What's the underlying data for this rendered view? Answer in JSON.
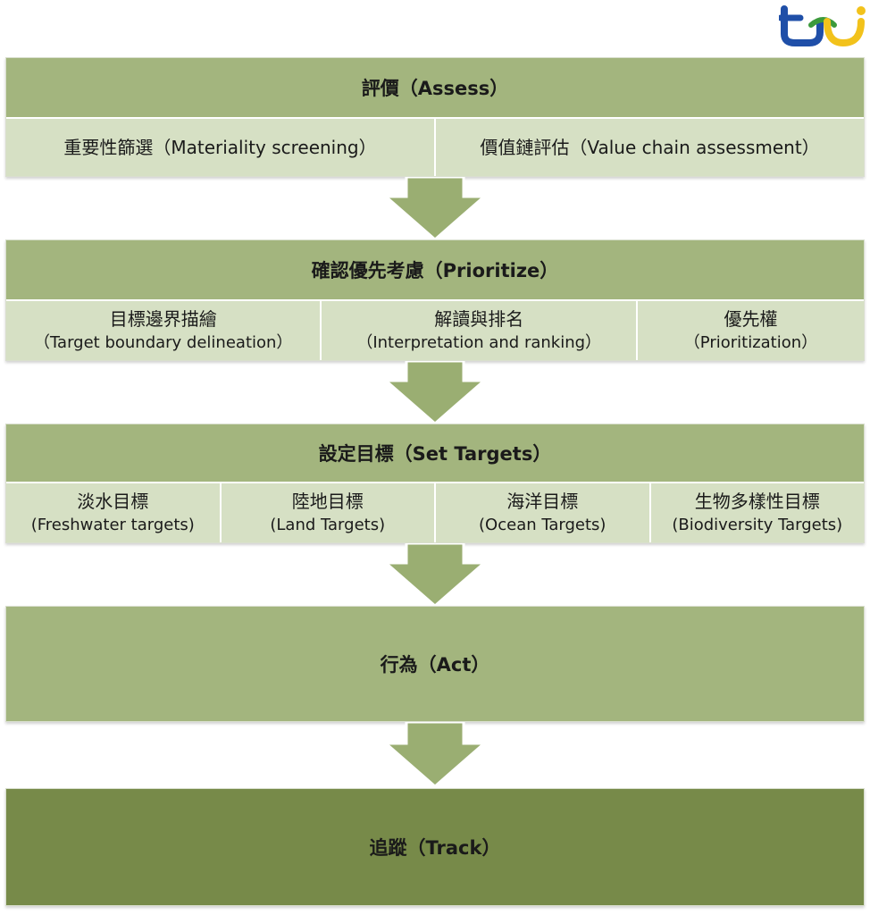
{
  "logo": {
    "text": "tej",
    "colors": {
      "blue": "#1f4fa8",
      "yellow": "#f2c21b",
      "green": "#3c9a3c"
    }
  },
  "stages": [
    {
      "title": "評價（Assess）",
      "subs": [
        {
          "lines": [
            "重要性篩選（Materiality screening）"
          ]
        },
        {
          "lines": [
            "價值鏈評估（Value chain assessment）"
          ]
        }
      ]
    },
    {
      "title": "確認優先考慮（Prioritize）",
      "subs": [
        {
          "lines": [
            "目標邊界描繪",
            "（Target boundary delineation）"
          ]
        },
        {
          "lines": [
            "解讀與排名",
            "（Interpretation and ranking）"
          ]
        },
        {
          "lines": [
            "優先權",
            "（Prioritization）"
          ]
        }
      ]
    },
    {
      "title": "設定目標（Set Targets）",
      "subs": [
        {
          "lines": [
            "淡水目標",
            "(Freshwater targets)"
          ]
        },
        {
          "lines": [
            "陸地目標",
            "(Land Targets)"
          ]
        },
        {
          "lines": [
            "海洋目標",
            "(Ocean Targets)"
          ]
        },
        {
          "lines": [
            "生物多樣性目標",
            "(Biodiversity Targets)"
          ]
        }
      ]
    },
    {
      "title": "行為（Act）",
      "subs": []
    },
    {
      "title": "追蹤（Track）",
      "subs": []
    }
  ],
  "colors": {
    "stage_light": "#a3b57e",
    "stage_dark": "#778a49",
    "sub_fill": "#d6e0c4",
    "arrow_fill": "#9aae72"
  }
}
